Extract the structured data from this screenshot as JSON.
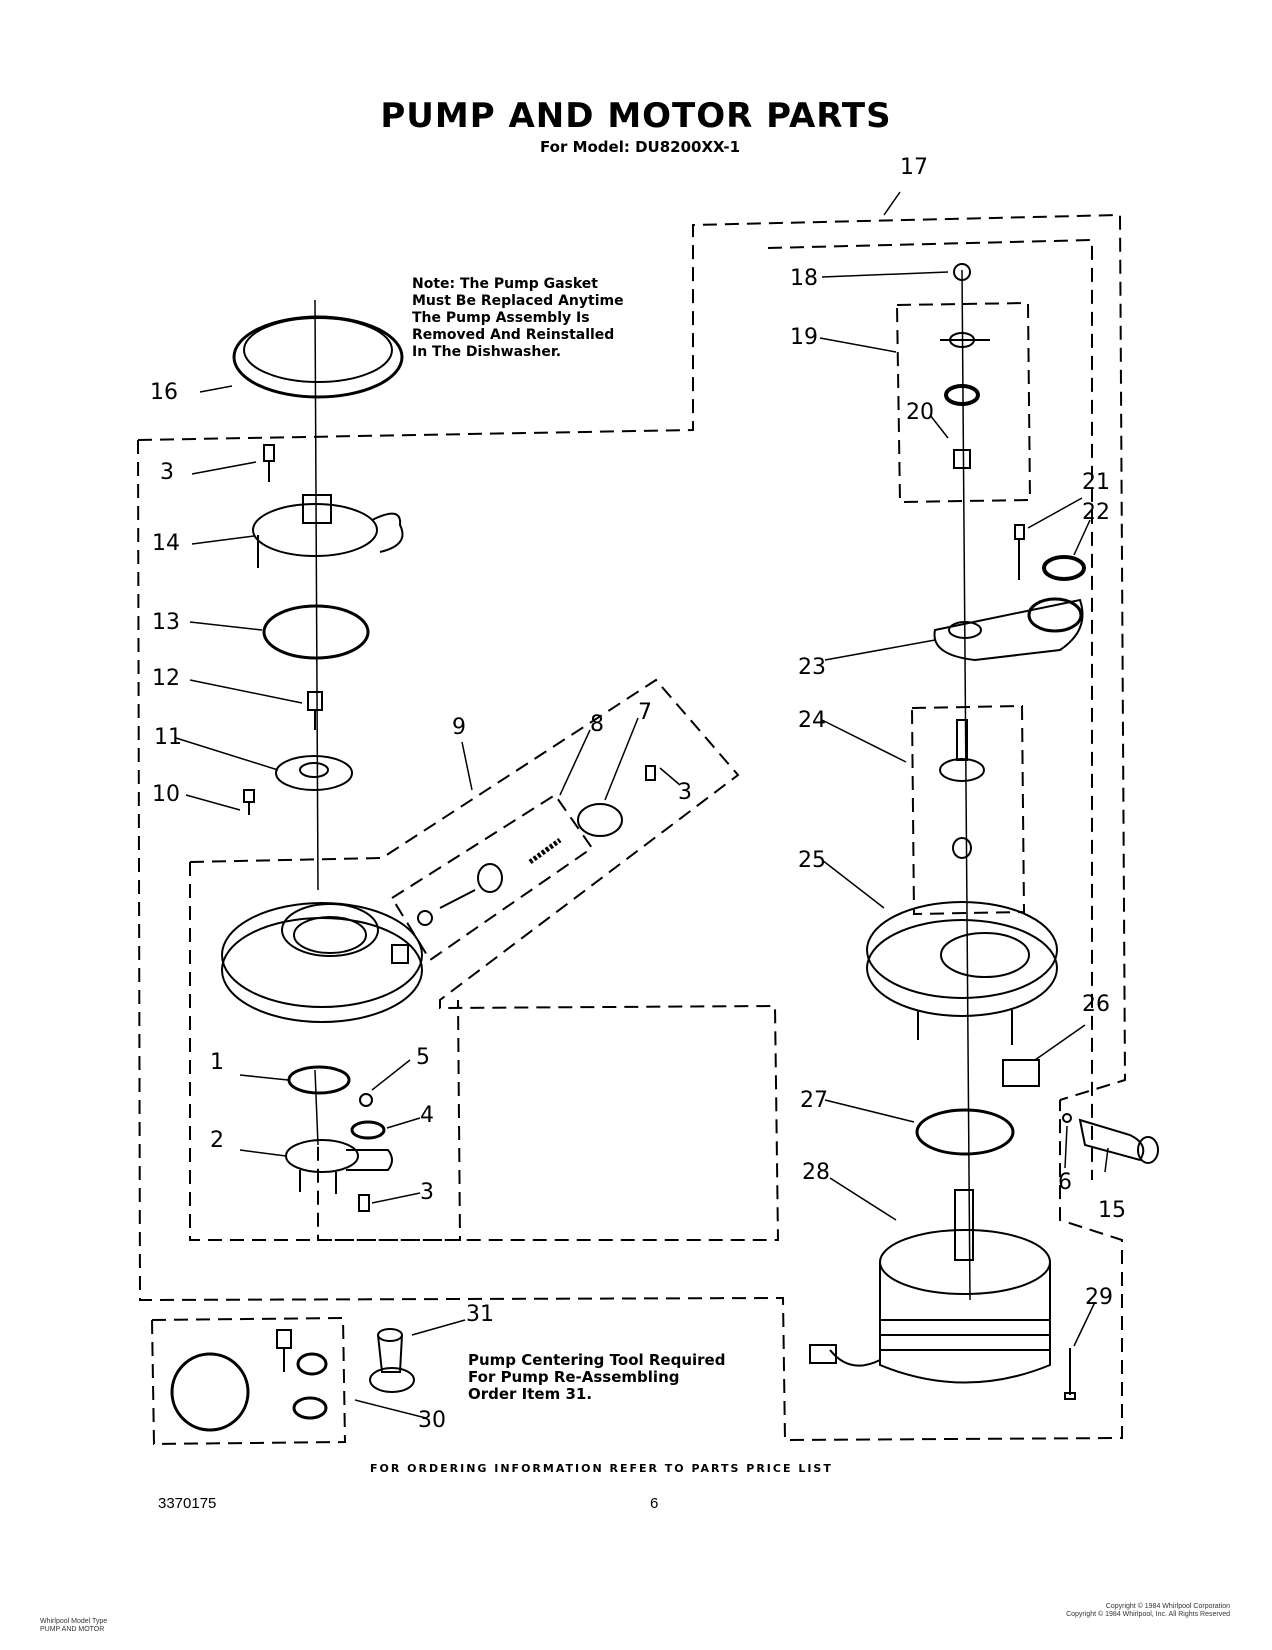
{
  "title": "PUMP AND MOTOR PARTS",
  "subtitle": "For Model: DU8200XX-1",
  "note": "Note: The Pump Gasket\nMust Be Replaced Anytime\nThe Pump Assembly Is\nRemoved And Reinstalled\nIn The Dishwasher.",
  "tool_note": "Pump Centering Tool Required\nFor Pump Re-Assembling\nOrder Item 31.",
  "footer": "FOR ORDERING INFORMATION REFER TO PARTS PRICE LIST",
  "doc_number": "3370175",
  "page_number": "6",
  "small_left": "Whirlpool Model Type\nPUMP AND MOTOR",
  "small_right": "Copyright © 1984 Whirlpool Corporation\nCopyright © 1984 Whirlpool, Inc. All Rights Reserved",
  "callouts": {
    "c1": "1",
    "c2": "2",
    "c3a": "3",
    "c3b": "3",
    "c3c": "3",
    "c4": "4",
    "c5": "5",
    "c6": "6",
    "c7": "7",
    "c8": "8",
    "c9": "9",
    "c10": "10",
    "c11": "11",
    "c12": "12",
    "c13": "13",
    "c14": "14",
    "c15": "15",
    "c16": "16",
    "c17": "17",
    "c18": "18",
    "c19": "19",
    "c20": "20",
    "c21": "21",
    "c22": "22",
    "c23": "23",
    "c24": "24",
    "c25": "25",
    "c26": "26",
    "c27": "27",
    "c28": "28",
    "c29": "29",
    "c30": "30",
    "c31": "31"
  }
}
